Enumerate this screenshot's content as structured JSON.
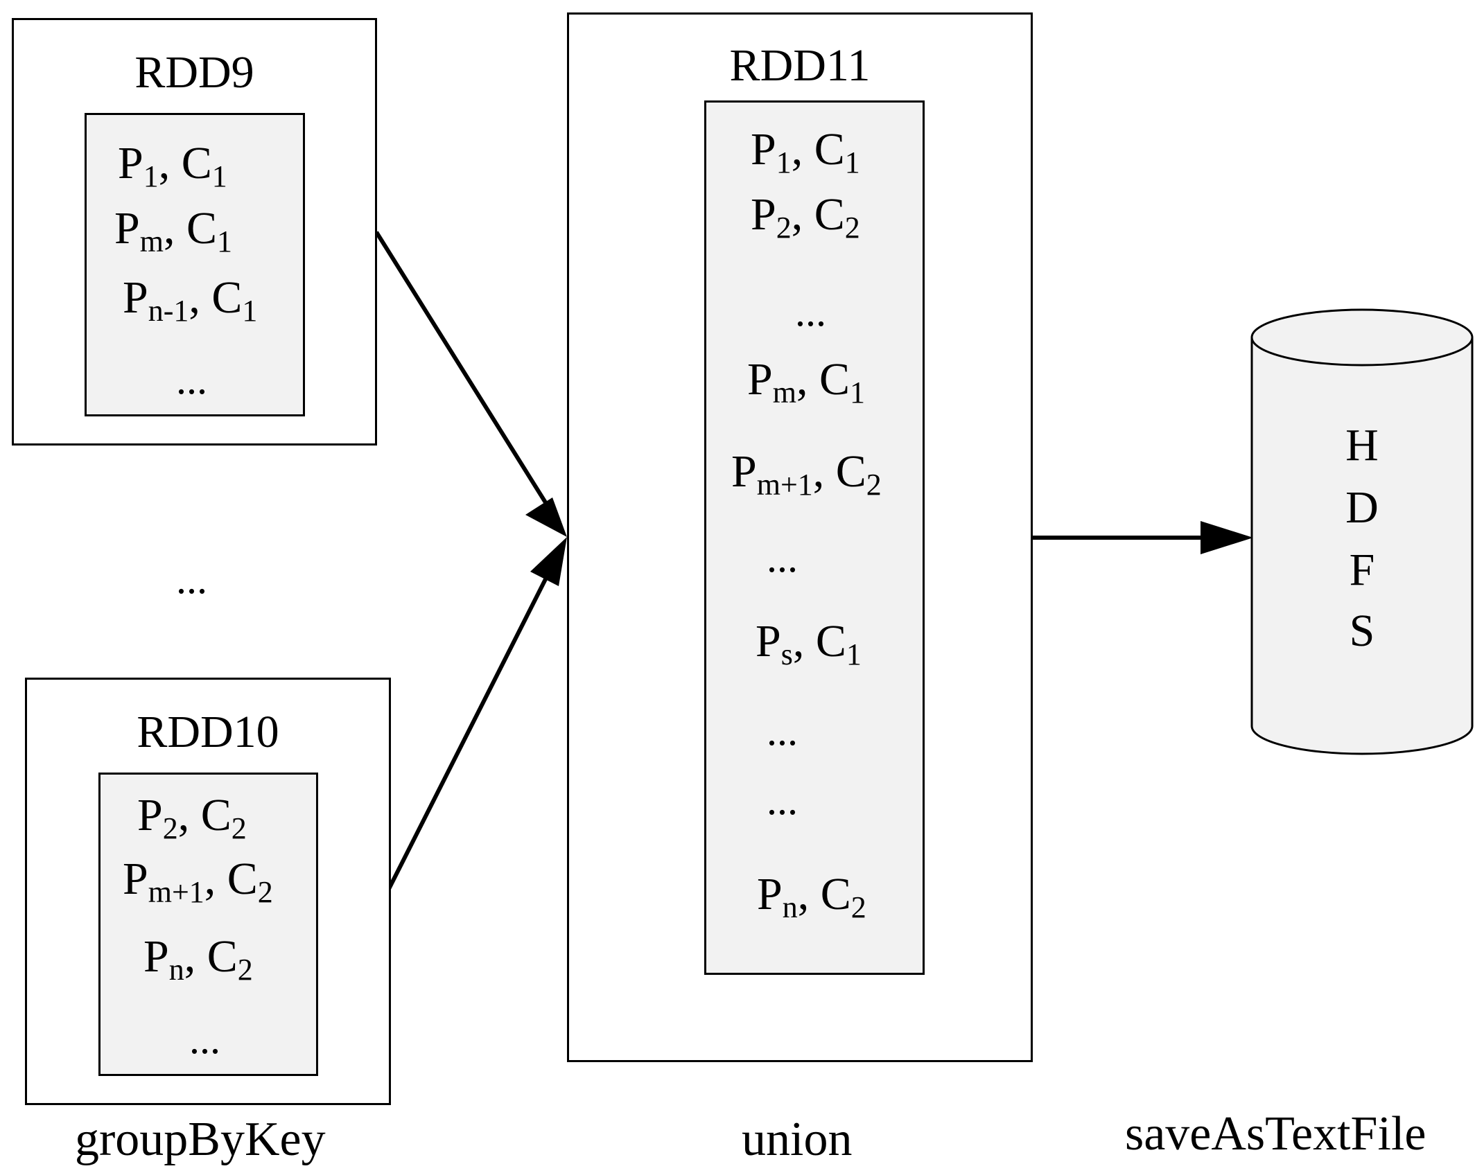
{
  "rdd9": {
    "title": "RDD9",
    "entries": [
      {
        "p": "P",
        "ps": "1",
        "c": "C",
        "cs": "1"
      },
      {
        "p": "P",
        "ps": "m",
        "c": "C",
        "cs": "1"
      },
      {
        "p": "P",
        "ps": "n-1",
        "c": "C",
        "cs": "1"
      }
    ],
    "ellipsis": "..."
  },
  "between_ellipsis": "...",
  "rdd10": {
    "title": "RDD10",
    "entries": [
      {
        "p": "P",
        "ps": "2",
        "c": "C",
        "cs": "2"
      },
      {
        "p": "P",
        "ps": "m+1",
        "c": "C",
        "cs": "2"
      },
      {
        "p": "P",
        "ps": "n",
        "c": "C",
        "cs": "2"
      }
    ],
    "ellipsis": "..."
  },
  "rdd11": {
    "title": "RDD11",
    "entries": [
      {
        "p": "P",
        "ps": "1",
        "c": "C",
        "cs": "1"
      },
      {
        "p": "P",
        "ps": "2",
        "c": "C",
        "cs": "2"
      },
      {
        "p": "P",
        "ps": "m",
        "c": "C",
        "cs": "1"
      },
      {
        "p": "P",
        "ps": "m+1",
        "c": "C",
        "cs": "2"
      },
      {
        "p": "P",
        "ps": "s",
        "c": "C",
        "cs": "1"
      },
      {
        "p": "P",
        "ps": "n",
        "c": "C",
        "cs": "2"
      }
    ],
    "ellipses": [
      "...",
      "...",
      "...",
      "..."
    ]
  },
  "hdfs": {
    "letters": [
      "H",
      "D",
      "F",
      "S"
    ]
  },
  "captions": {
    "group": "groupByKey",
    "union": "union",
    "save": "saveAsTextFile"
  }
}
